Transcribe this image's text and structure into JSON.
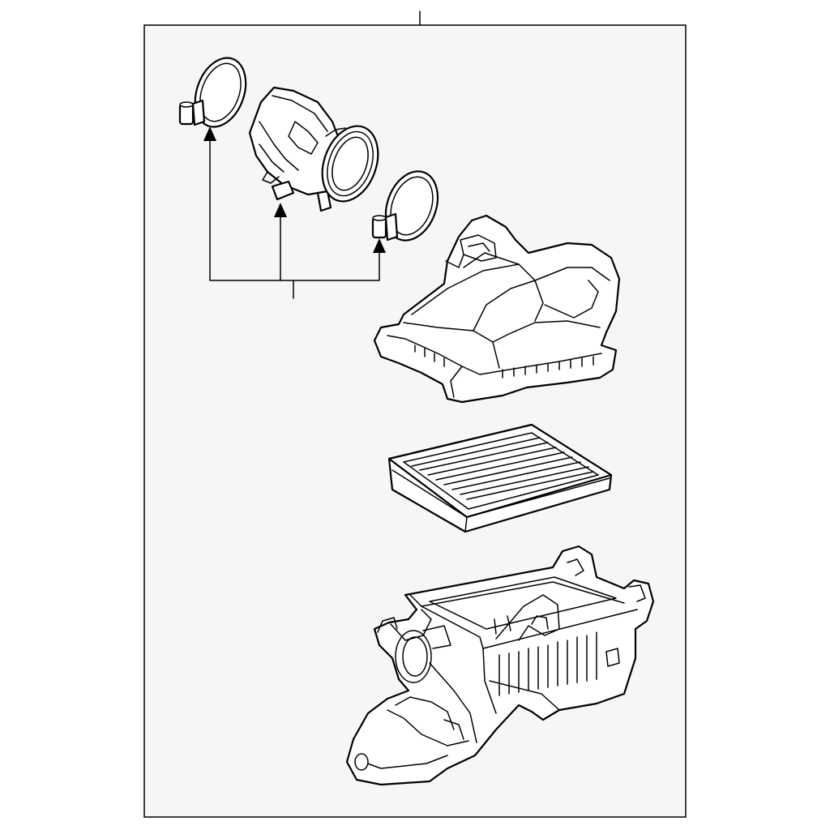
{
  "colors": {
    "panel_fill": "#f6f6f6",
    "line": "#000000",
    "part_fill": "#ffffff"
  },
  "icons": {
    "pointer": "arrowhead-up-icon"
  },
  "parts": [
    "hose-clamp-upper",
    "intake-duct",
    "hose-clamp-lower",
    "air-cleaner-upper-cover",
    "air-filter-element",
    "air-cleaner-lower-housing"
  ]
}
